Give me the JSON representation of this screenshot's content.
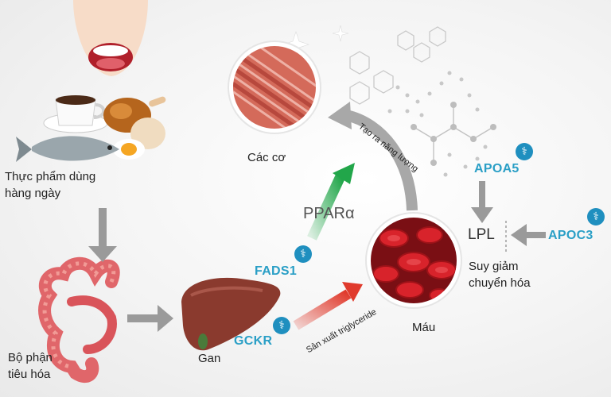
{
  "labels": {
    "food": "Thực phẩm dùng\nhàng ngày",
    "digestive": "Bộ phận\ntiêu hóa",
    "liver": "Gan",
    "muscle": "Các cơ",
    "blood": "Máu",
    "lpl_effect": "Suy giảm\nchuyển hóa"
  },
  "genes": {
    "apoa5": "APOA5",
    "apoc3": "APOC3",
    "fads1": "FADS1",
    "gckr": "GCKR",
    "ppara": "PPARα",
    "lpl": "LPL"
  },
  "arrow_texts": {
    "energy": "Tạo ra năng lượng",
    "triglyceride": "Sản xuất triglyceride"
  },
  "icons": {
    "dna": "dna-icon"
  },
  "colors": {
    "gene_blue": "#2a9fc6",
    "green_arrow": "#22a64a",
    "red_arrow": "#e03a2c",
    "gray_arrow": "#9a9a9a"
  }
}
